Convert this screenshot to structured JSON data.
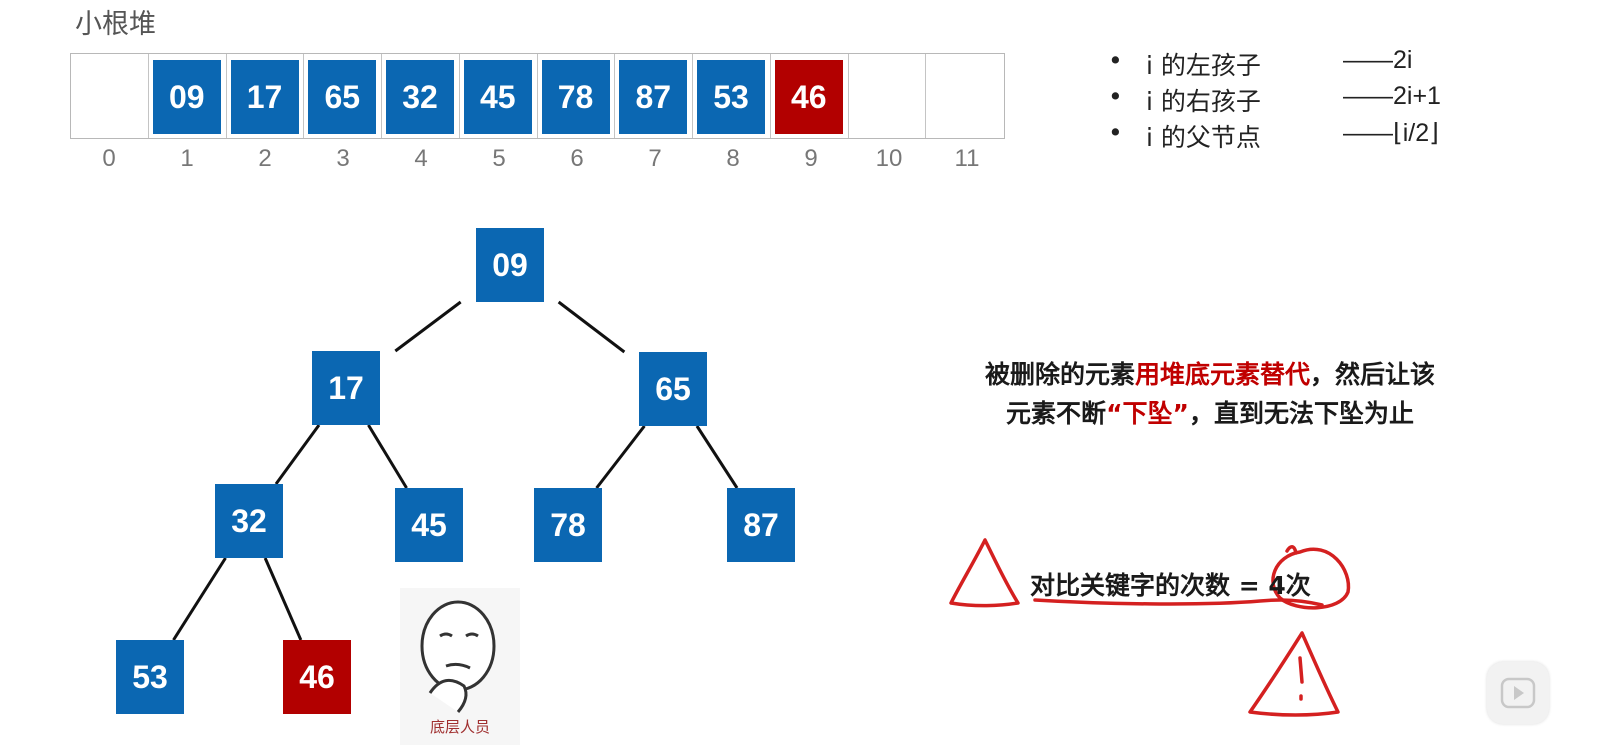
{
  "title": "小根堆",
  "colors": {
    "node_blue": "#0b67b2",
    "node_red": "#b20000",
    "annotation_red": "#d42020",
    "edge": "#111111"
  },
  "array": {
    "indices": [
      "0",
      "1",
      "2",
      "3",
      "4",
      "5",
      "6",
      "7",
      "8",
      "9",
      "10",
      "11"
    ],
    "cells": [
      {
        "value": "",
        "color": ""
      },
      {
        "value": "09",
        "color": "#0b67b2"
      },
      {
        "value": "17",
        "color": "#0b67b2"
      },
      {
        "value": "65",
        "color": "#0b67b2"
      },
      {
        "value": "32",
        "color": "#0b67b2"
      },
      {
        "value": "45",
        "color": "#0b67b2"
      },
      {
        "value": "78",
        "color": "#0b67b2"
      },
      {
        "value": "87",
        "color": "#0b67b2"
      },
      {
        "value": "53",
        "color": "#0b67b2"
      },
      {
        "value": "46",
        "color": "#b20000"
      },
      {
        "value": "",
        "color": ""
      },
      {
        "value": "",
        "color": ""
      }
    ]
  },
  "formulas": [
    {
      "bullet": "•",
      "term": "i 的左孩子",
      "value": "——2i"
    },
    {
      "bullet": "•",
      "term": "i 的右孩子",
      "value": "——2i+1"
    },
    {
      "bullet": "•",
      "term": "i 的父节点",
      "value": "——⌊i/2⌋"
    }
  ],
  "tree": {
    "nodes": [
      {
        "id": "n1",
        "label": "09",
        "color": "#0b67b2"
      },
      {
        "id": "n2",
        "label": "17",
        "color": "#0b67b2"
      },
      {
        "id": "n3",
        "label": "65",
        "color": "#0b67b2"
      },
      {
        "id": "n4",
        "label": "32",
        "color": "#0b67b2"
      },
      {
        "id": "n5",
        "label": "45",
        "color": "#0b67b2"
      },
      {
        "id": "n6",
        "label": "78",
        "color": "#0b67b2"
      },
      {
        "id": "n7",
        "label": "87",
        "color": "#0b67b2"
      },
      {
        "id": "n8",
        "label": "53",
        "color": "#0b67b2"
      },
      {
        "id": "n9",
        "label": "46",
        "color": "#b20000"
      }
    ],
    "edges": [
      [
        "n1",
        "n2"
      ],
      [
        "n1",
        "n3"
      ],
      [
        "n2",
        "n4"
      ],
      [
        "n2",
        "n5"
      ],
      [
        "n3",
        "n6"
      ],
      [
        "n3",
        "n7"
      ],
      [
        "n4",
        "n8"
      ],
      [
        "n4",
        "n9"
      ]
    ]
  },
  "note": {
    "line1_prefix": "被删除的元素",
    "line1_highlight": "用堆底元素替代",
    "line1_suffix": "，然后让该",
    "line2_prefix": "元素不断",
    "line2_highlight": "“下坠”",
    "line2_suffix": "，直到无法下坠为止"
  },
  "count": {
    "text": "对比关键字的次数 = 4次"
  },
  "meme": {
    "caption": "底层人员"
  }
}
